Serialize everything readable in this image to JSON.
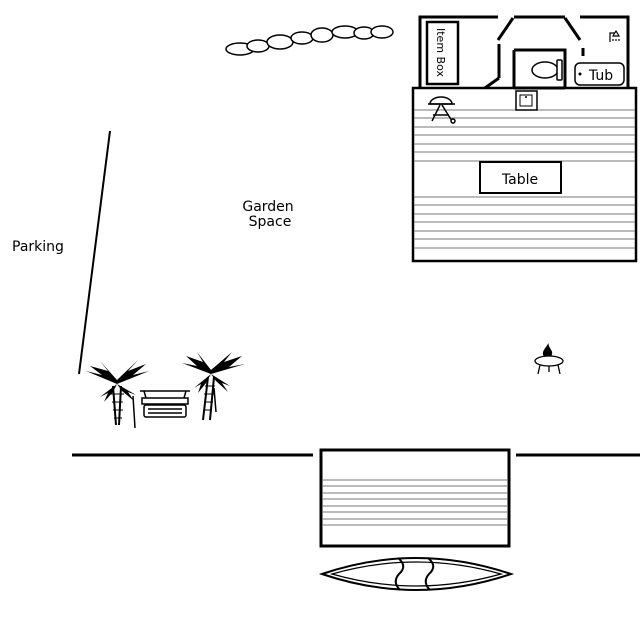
{
  "labels": {
    "parking": "Parking",
    "garden_line1": "Garden",
    "garden_line2": "Space",
    "item_box": "Item Box",
    "tub": "Tub",
    "table": "Table"
  },
  "icons": {
    "rocks": "rocks-icon",
    "palm_trees": "palm-tree-icon",
    "bench": "bench-icon",
    "grill": "grill-icon",
    "fire_pit": "fire-pit-icon",
    "toilet": "toilet-icon",
    "shower": "shower-icon",
    "sink": "sink-icon",
    "canoe": "canoe-icon"
  },
  "colors": {
    "ink": "#000000",
    "plank": "#777777",
    "background": "#ffffff"
  }
}
